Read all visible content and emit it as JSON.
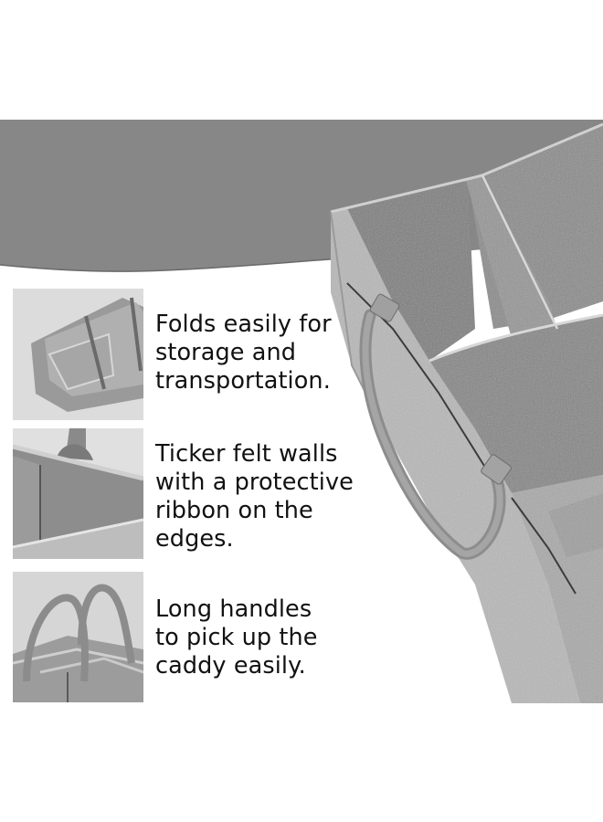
{
  "colors": {
    "background": "#ffffff",
    "band": "#878787",
    "felt_dark": "#7a7a7a",
    "felt_mid": "#9a9a9a",
    "felt_light": "#c4c4c4",
    "text": "#111111"
  },
  "features": [
    {
      "thumbnail": "folded-caddy-photo",
      "lines": [
        "Folds easily for",
        "storage and",
        "transportation."
      ]
    },
    {
      "thumbnail": "felt-wall-edge-photo",
      "lines": [
        "Ticker felt walls",
        "with a protective",
        "ribbon on the",
        "edges."
      ]
    },
    {
      "thumbnail": "caddy-handles-photo",
      "lines": [
        "Long handles",
        "to pick up the",
        "caddy easily."
      ]
    }
  ],
  "main_photo": "felt-diaper-caddy-closeup"
}
